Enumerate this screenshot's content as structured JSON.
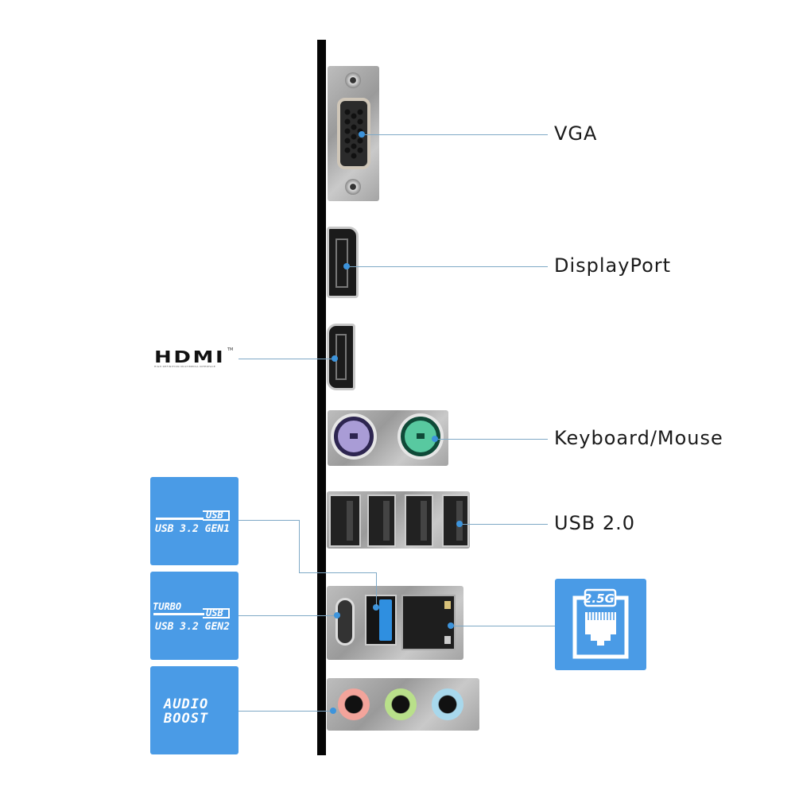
{
  "ports": [
    {
      "id": "vga",
      "label": "VGA"
    },
    {
      "id": "displayport",
      "label": "DisplayPort"
    },
    {
      "id": "hdmi",
      "label": "HDMI",
      "sublabel": "HIGH DEFINITION MULTIMEDIA INTERFACE",
      "trademark": "TM"
    },
    {
      "id": "ps2",
      "label": "Keyboard/Mouse"
    },
    {
      "id": "usb2",
      "label": "USB 2.0"
    },
    {
      "id": "lan",
      "label": "2.5G"
    }
  ],
  "badges": {
    "usb_gen1": {
      "tag": "USB",
      "line": "USB 3.2 GEN1"
    },
    "usb_gen2": {
      "top": "TURBO",
      "tag": "USB",
      "line": "USB 3.2 GEN2"
    },
    "audio": {
      "line1": "AUDIO",
      "line2": "BOOST"
    }
  },
  "colors": {
    "accent_blue": "#4a9be6",
    "leader_line": "#7fa9c6",
    "ps2_keyboard": "#a99cd6",
    "ps2_mouse": "#58c9a0",
    "usb3_port": "#2f8fe0",
    "audio_pink": "#f3a49b",
    "audio_green": "#b9e08a",
    "audio_blue": "#a8d8ec"
  }
}
